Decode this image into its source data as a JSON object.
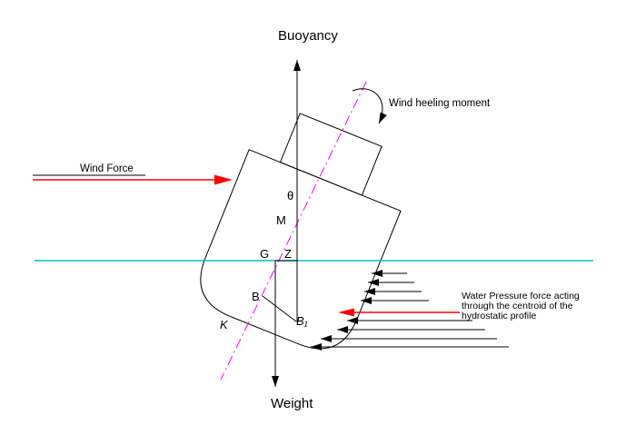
{
  "diagram": {
    "name": "ship-transverse-stability-diagram",
    "labels": {
      "buoyancy": "Buoyancy",
      "weight": "Weight",
      "wind_force": "Wind Force",
      "wind_heeling_moment": "Wind heeling moment",
      "water_pressure": {
        "line1": "Water Pressure force acting",
        "line2": "through the centroid of the",
        "line3": "hydrostatic profile"
      }
    },
    "points": {
      "theta": "θ",
      "metacenter": "M",
      "gravity": "G",
      "z": "Z",
      "buoyancy_initial": "B",
      "buoyancy_heeled": "B₁",
      "keel": "K"
    },
    "colors": {
      "force_red": "#ff0000",
      "waterline_cyan": "#00c0d8",
      "centerline_magenta": "#ff00ff",
      "outline_black": "#000000"
    }
  }
}
